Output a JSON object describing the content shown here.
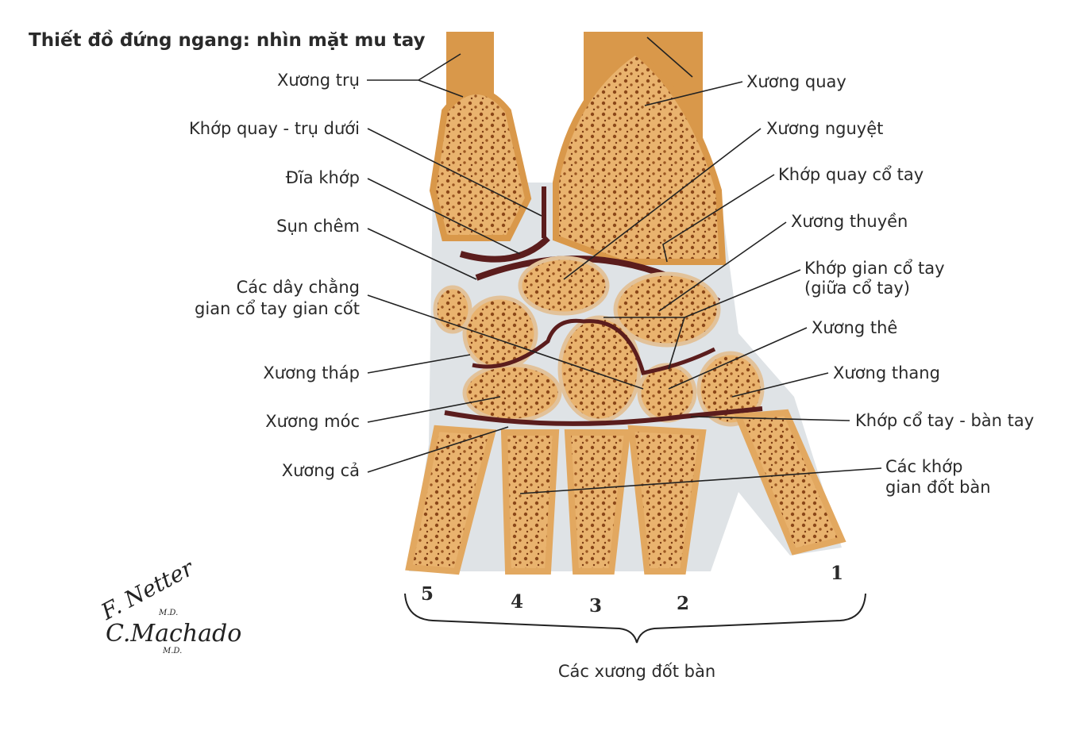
{
  "title": "Thiết đồ đứng ngang: nhìn mặt mu tay",
  "left_labels": {
    "ulna": "Xương trụ",
    "distal_radioulnar_joint": "Khớp quay - trụ dưới",
    "articular_disc": "Đĩa khớp",
    "meniscus": "Sụn chêm",
    "interosseous_ligaments_1": "Các dây chằng",
    "interosseous_ligaments_2": "gian cổ tay gian cốt",
    "triquetrum": "Xương tháp",
    "hamate": "Xương móc",
    "capitate": "Xương cả"
  },
  "right_labels": {
    "radius": "Xương quay",
    "lunate": "Xương nguyệt",
    "radiocarpal_joint": "Khớp quay cổ tay",
    "scaphoid": "Xương thuyền",
    "midcarpal_joint_1": "Khớp gian cổ tay",
    "midcarpal_joint_2": "(giữa cổ tay)",
    "trapezoid": "Xương thê",
    "trapezium": "Xương thang",
    "carpometacarpal_joint": "Khớp cổ tay - bàn tay",
    "intermetacarpal_joints_1": "Các khớp",
    "intermetacarpal_joints_2": "gian đốt bàn"
  },
  "metacarpal_numbers": [
    "5",
    "4",
    "3",
    "2",
    "1"
  ],
  "metacarpals_caption": "Các xương đốt bàn",
  "signatures": [
    "F. Netter M.D.",
    "C. Machado M.D."
  ],
  "colors": {
    "bone": "#e9b36e",
    "cortex": "#d99a48",
    "marrow": "#8a4618",
    "tissue": "#dfe3e6",
    "joint": "#5b1d1d"
  }
}
